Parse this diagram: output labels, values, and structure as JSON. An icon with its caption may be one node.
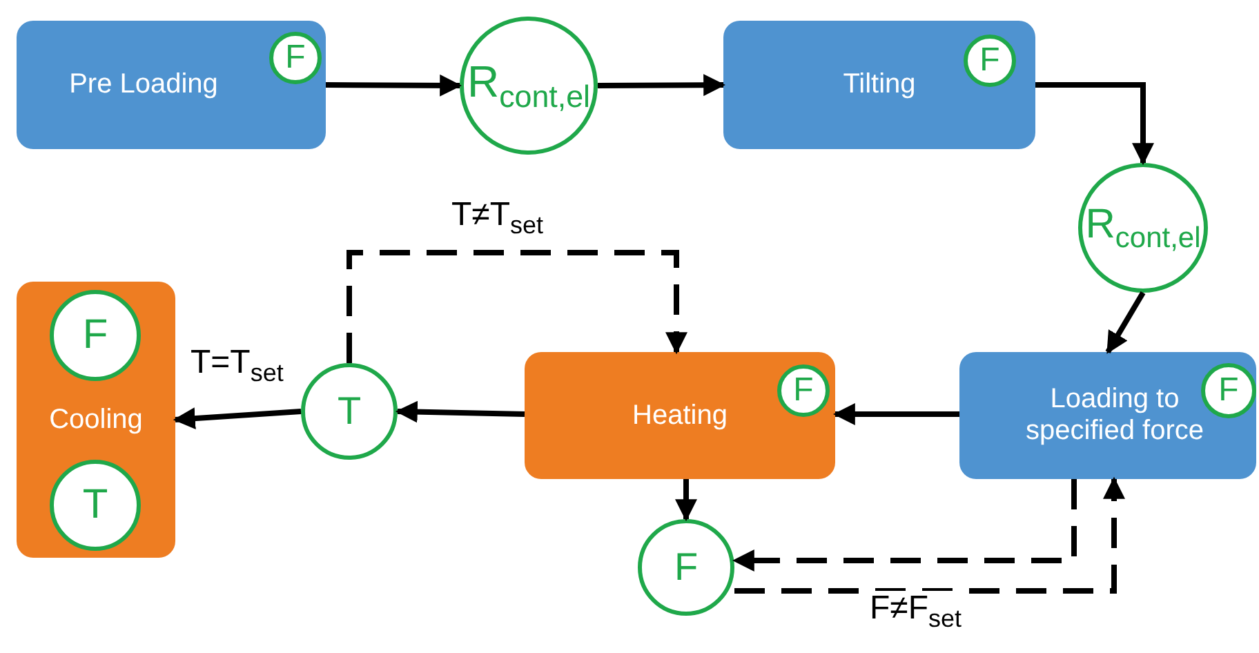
{
  "diagram": {
    "nodes": [
      {
        "text": [
          "Pre Loading"
        ]
      },
      {
        "text": [
          "F"
        ],
        "in": 0
      },
      {
        "text": [
          "R$_{cont,el}$"
        ]
      },
      {
        "text": [
          "Tilting"
        ]
      },
      {
        "text": [
          "F"
        ],
        "in": 3
      },
      {
        "text": [
          "R$_{cont,el}$"
        ]
      },
      {
        "text": [
          "Loading to specified force"
        ]
      },
      {
        "text": [
          "F"
        ],
        "in": 6
      },
      {
        "text": [
          "Heating"
        ]
      },
      {
        "text": [
          "F"
        ],
        "in": 8
      },
      {
        "text": [
          "T"
        ]
      },
      {
        "text": [
          "Cooling"
        ]
      },
      {
        "text": [
          "F"
        ],
        "in": 11
      },
      {
        "text": [
          "T"
        ],
        "in": 11
      },
      {
        "text": [
          "F"
        ]
      }
    ],
    "edges": [
      {
        "from": 0,
        "to": 2,
        "arrow": "to"
      },
      {
        "from": 2,
        "to": 3,
        "arrow": "to"
      },
      {
        "from": 3,
        "to": 5,
        "arrow": "to"
      },
      {
        "from": 5,
        "to": 6,
        "arrow": "to"
      },
      {
        "from": 6,
        "to": 8,
        "arrow": "to"
      },
      {
        "from": 8,
        "to": 10,
        "arrow": "to"
      },
      {
        "from": 10,
        "to": 11,
        "arrow": "to",
        "label": "T=T$_{set}$"
      },
      {
        "from": 10,
        "to": 8,
        "arrow": "to",
        "label": "T≠T$_{set}$",
        "style": "dashed"
      },
      {
        "from": 8,
        "to": 14,
        "arrow": "to"
      },
      {
        "from": 6,
        "to": 14,
        "arrow": "to",
        "style": "dashed"
      },
      {
        "from": 14,
        "to": 6,
        "arrow": "to",
        "label": "F≠F$_{set}$",
        "style": "dashed"
      }
    ]
  }
}
